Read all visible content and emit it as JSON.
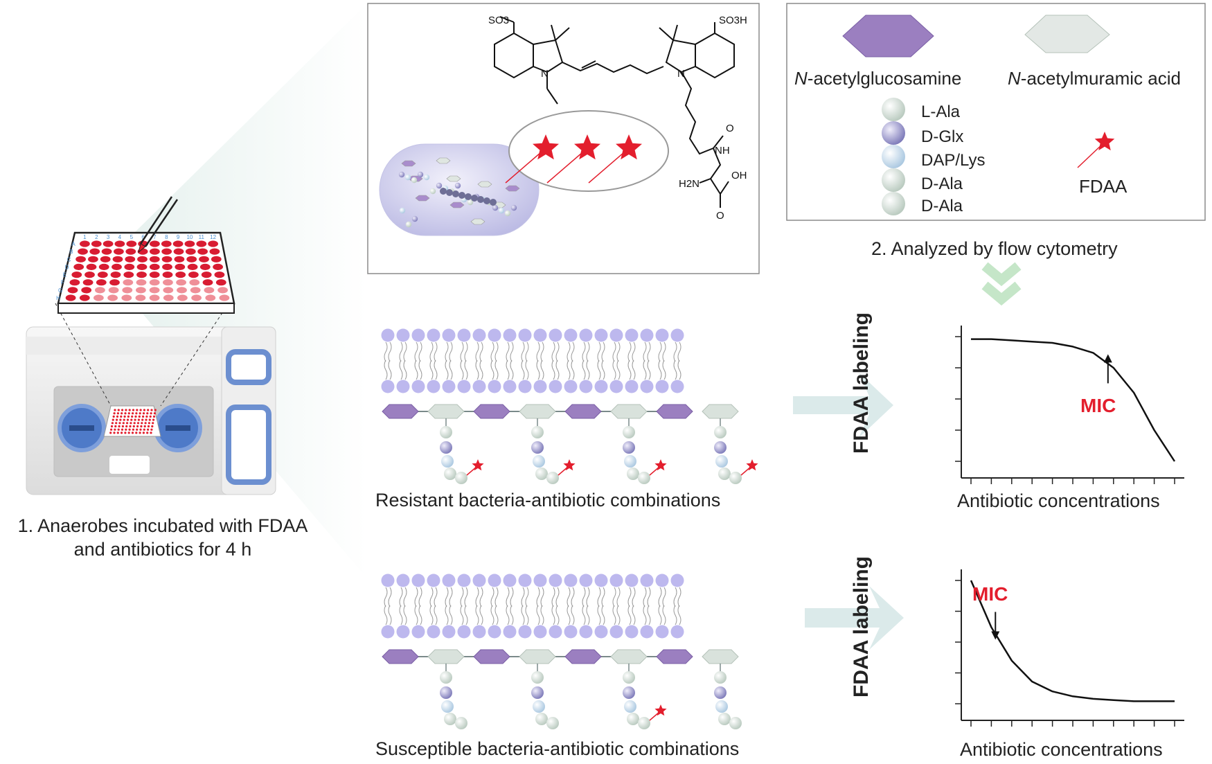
{
  "step1": {
    "line1": "1. Anaerobes incubated with FDAA",
    "line2": "and antibiotics for 4 h",
    "plate_cols": [
      "1",
      "2",
      "3",
      "4",
      "5",
      "6",
      "7",
      "8",
      "9",
      "10",
      "11",
      "12"
    ],
    "plate_rows": [
      "A",
      "B",
      "C",
      "D",
      "E",
      "F",
      "G",
      "H"
    ]
  },
  "step2": {
    "label": "2. Analyzed by flow cytometry"
  },
  "probe": {
    "so3_left": "SO3",
    "so3h_right": "SO3H",
    "n_left": "N",
    "n_right": "N",
    "nh": "NH",
    "o1": "O",
    "h2n": "H2N",
    "oh": "OH",
    "o2": "O"
  },
  "legend": {
    "nag": "N-acetylglucosamine",
    "nag_prefix": "N",
    "nag_rest": "-acetylglucosamine",
    "nam_prefix": "N",
    "nam_rest": "-acetylmuramic acid",
    "residues": [
      "L-Ala",
      "D-Glx",
      "DAP/Lys",
      "D-Ala",
      "D-Ala"
    ],
    "fdaa": "FDAA"
  },
  "resistant": {
    "caption": "Resistant bacteria-antibiotic combinations",
    "chart_ylabel": "FDAA labeling",
    "chart_xlabel": "Antibiotic concentrations",
    "mic": "MIC"
  },
  "susceptible": {
    "caption": "Susceptible bacteria-antibiotic combinations",
    "chart_ylabel": "FDAA labeling",
    "chart_xlabel": "Antibiotic concentrations",
    "mic": "MIC"
  },
  "colors": {
    "red": "#e31e2d",
    "purple_sugar": "#9b7fc0",
    "gray_sugar": "#d9e2dc",
    "lipid_head": "#bdb8ee",
    "arrow": "#d6e6e6",
    "chevron": "#c5e6c8"
  },
  "chart_data": [
    {
      "type": "line",
      "title": "",
      "xlabel": "Antibiotic concentrations",
      "ylabel": "FDAA labeling",
      "annotation": "MIC",
      "curve": "high plateau then sharp drop at high concentration",
      "x": [
        0,
        1,
        2,
        3,
        4,
        5,
        6,
        7,
        8,
        9,
        10
      ],
      "y": [
        0.98,
        0.98,
        0.97,
        0.96,
        0.95,
        0.92,
        0.87,
        0.75,
        0.55,
        0.25,
        0.0
      ],
      "mic_x": 7.0
    },
    {
      "type": "line",
      "title": "",
      "xlabel": "Antibiotic concentrations",
      "ylabel": "FDAA labeling",
      "annotation": "MIC",
      "curve": "steep exponential decay to baseline",
      "x": [
        0,
        1,
        2,
        3,
        4,
        5,
        6,
        7,
        8,
        9,
        10
      ],
      "y": [
        1.0,
        0.62,
        0.35,
        0.18,
        0.1,
        0.06,
        0.04,
        0.03,
        0.02,
        0.02,
        0.02
      ],
      "mic_x": 1.2
    }
  ]
}
